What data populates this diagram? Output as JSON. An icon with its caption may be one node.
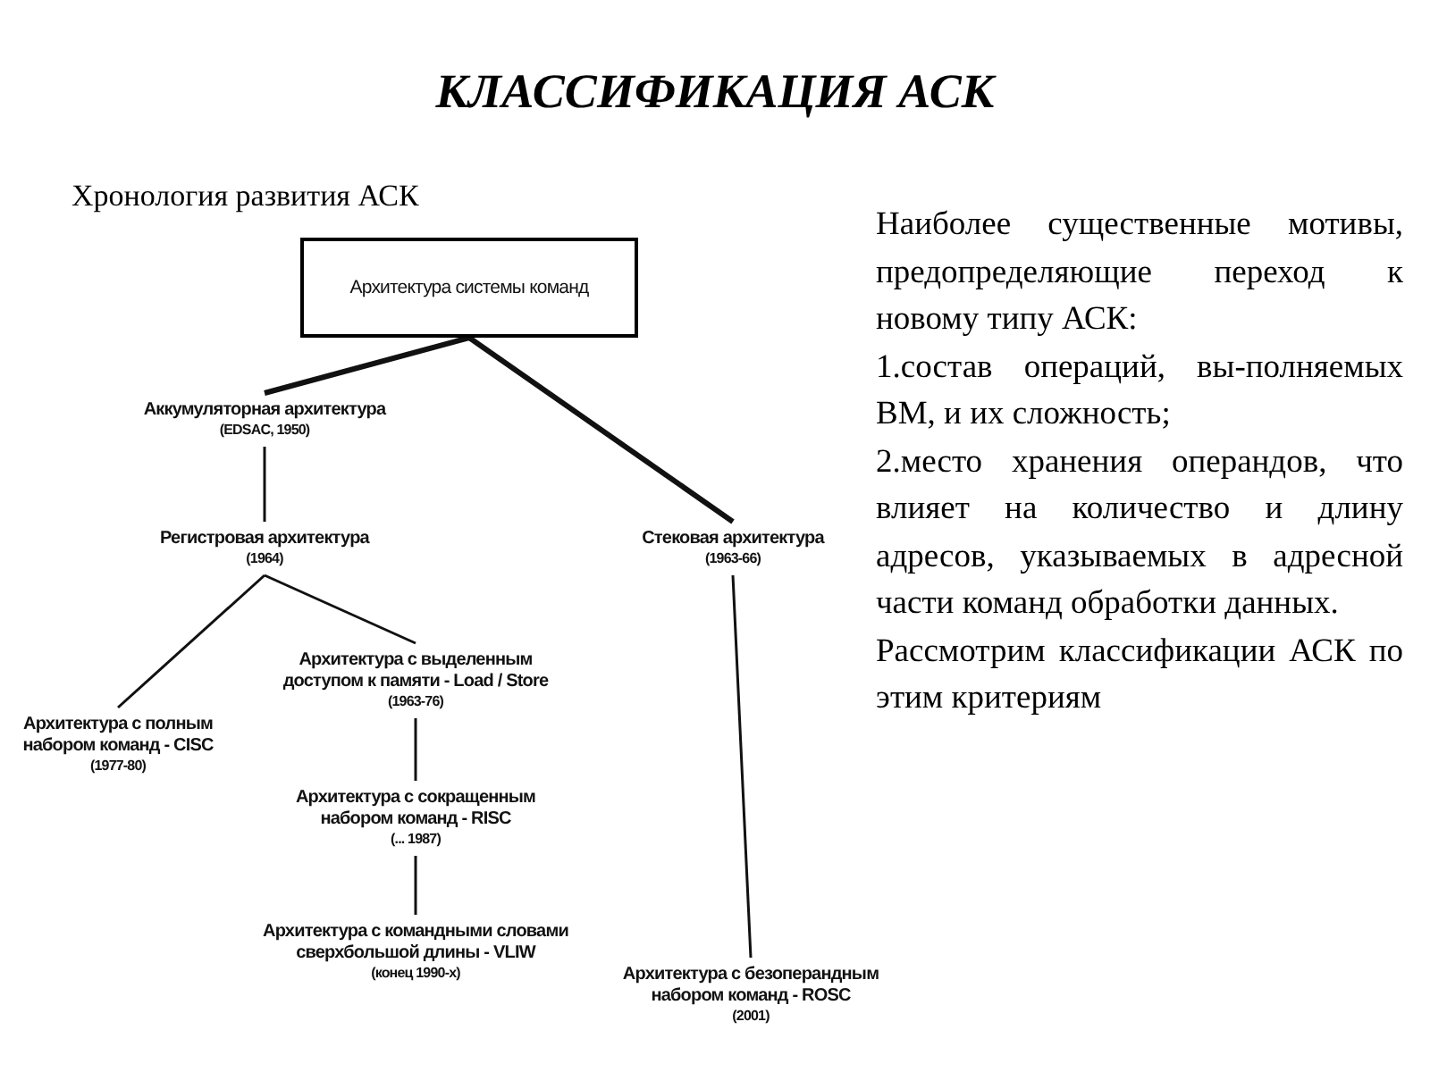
{
  "diagram": {
    "title": "КЛАССИФИКАЦИЯ АСК",
    "nodes": [
      {
        "text": [
          "Архитектура системы команд"
        ]
      },
      {
        "text": [
          "Аккумуляторная архитектура",
          "(EDSAC, 1950)"
        ]
      },
      {
        "text": [
          "Регистровая архитектура",
          "(1964)"
        ]
      },
      {
        "text": [
          "Стековая архитектура",
          "(1963-66)"
        ]
      },
      {
        "text": [
          "Архитектура с полным набором команд - CISC",
          "(1977-80)"
        ]
      },
      {
        "text": [
          "Архитектура с выделенным доступом к памяти - Load / Store",
          "(1963-76)"
        ]
      },
      {
        "text": [
          "Архитектура с сокращенным набором команд - RISC",
          "(... 1987)"
        ]
      },
      {
        "text": [
          "Архитектура с командными словами сверхбольшой длины - VLIW",
          "(конец 1990-х)"
        ]
      },
      {
        "text": [
          "Архитектура с безоперандным набором команд - ROSC",
          "(2001)"
        ]
      }
    ],
    "edges": [
      {
        "from": 0,
        "to": 1,
        "arrow": "none",
        "style": "thick"
      },
      {
        "from": 0,
        "to": 3,
        "arrow": "none",
        "style": "thick"
      },
      {
        "from": 1,
        "to": 2,
        "arrow": "none"
      },
      {
        "from": 2,
        "to": 4,
        "arrow": "none"
      },
      {
        "from": 2,
        "to": 5,
        "arrow": "none"
      },
      {
        "from": 5,
        "to": 6,
        "arrow": "none"
      },
      {
        "from": 6,
        "to": 7,
        "arrow": "none"
      },
      {
        "from": 3,
        "to": 8,
        "arrow": "none"
      }
    ],
    "labels": [
      "Хронология развития АСК",
      "Наиболее существенные мотивы, предопределяющие переход к новому типу АСК:",
      "1.состав операций, вы-полняемых ВМ, и их сложность;",
      "2.место хранения операндов, что влияет на количество и длину адресов, указываемых в адресной части команд обработки данных.",
      "Рассмотрим классификации АСК по этим критериям"
    ]
  }
}
